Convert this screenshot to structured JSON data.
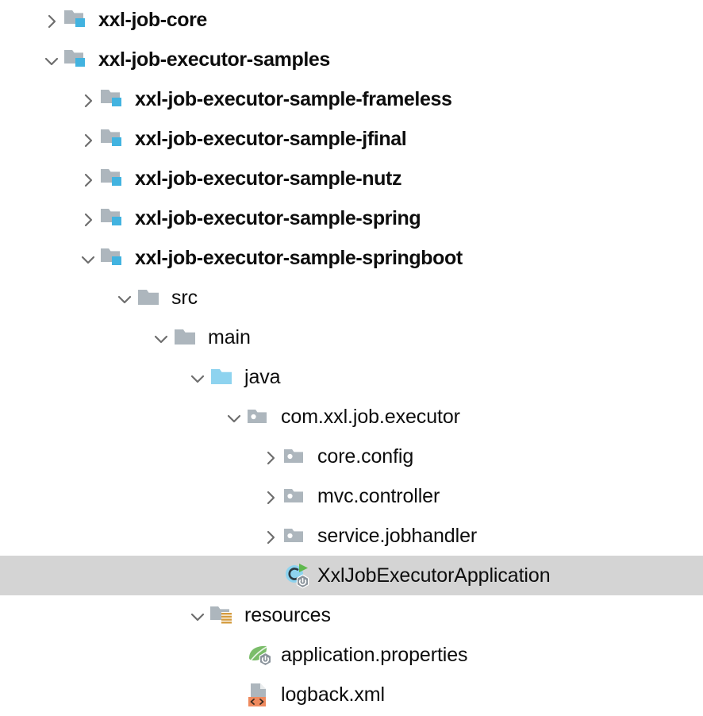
{
  "panel": {
    "name": "project-tree",
    "selection_color": "#d4d4d4",
    "background": "#ffffff",
    "text_color": "#0d0d0d"
  },
  "colors": {
    "folder_gray": "#adb6bd",
    "folder_gray_dark": "#9aa4ac",
    "module_badge_blue": "#42b3e0",
    "sources_root_blue": "#8ed3ef",
    "resources_orange": "#d49b3d",
    "xml_badge_orange": "#ef8a5e",
    "spring_green": "#7bbd6a",
    "run_green": "#5fb84e",
    "class_circle_blue": "#8ed3ef",
    "chevron_gray": "#6e6e6e",
    "badge_hex_gray": "#8b949c"
  },
  "rows": [
    {
      "label": "xxl-job-core",
      "depth": 0,
      "twisty": "collapsed",
      "icon": "module-folder-icon",
      "bold": true,
      "selected": false
    },
    {
      "label": "xxl-job-executor-samples",
      "depth": 0,
      "twisty": "expanded",
      "icon": "module-folder-icon",
      "bold": true,
      "selected": false
    },
    {
      "label": "xxl-job-executor-sample-frameless",
      "depth": 1,
      "twisty": "collapsed",
      "icon": "module-folder-icon",
      "bold": true,
      "selected": false
    },
    {
      "label": "xxl-job-executor-sample-jfinal",
      "depth": 1,
      "twisty": "collapsed",
      "icon": "module-folder-icon",
      "bold": true,
      "selected": false
    },
    {
      "label": "xxl-job-executor-sample-nutz",
      "depth": 1,
      "twisty": "collapsed",
      "icon": "module-folder-icon",
      "bold": true,
      "selected": false
    },
    {
      "label": "xxl-job-executor-sample-spring",
      "depth": 1,
      "twisty": "collapsed",
      "icon": "module-folder-icon",
      "bold": true,
      "selected": false
    },
    {
      "label": "xxl-job-executor-sample-springboot",
      "depth": 1,
      "twisty": "expanded",
      "icon": "module-folder-icon",
      "bold": true,
      "selected": false
    },
    {
      "label": "src",
      "depth": 2,
      "twisty": "expanded",
      "icon": "folder-icon",
      "bold": false,
      "selected": false
    },
    {
      "label": "main",
      "depth": 3,
      "twisty": "expanded",
      "icon": "folder-icon",
      "bold": false,
      "selected": false
    },
    {
      "label": "java",
      "depth": 4,
      "twisty": "expanded",
      "icon": "sources-root-folder-icon",
      "bold": false,
      "selected": false
    },
    {
      "label": "com.xxl.job.executor",
      "depth": 5,
      "twisty": "expanded",
      "icon": "package-folder-icon",
      "bold": false,
      "selected": false
    },
    {
      "label": "core.config",
      "depth": 6,
      "twisty": "collapsed",
      "icon": "package-folder-icon",
      "bold": false,
      "selected": false
    },
    {
      "label": "mvc.controller",
      "depth": 6,
      "twisty": "collapsed",
      "icon": "package-folder-icon",
      "bold": false,
      "selected": false
    },
    {
      "label": "service.jobhandler",
      "depth": 6,
      "twisty": "collapsed",
      "icon": "package-folder-icon",
      "bold": false,
      "selected": false
    },
    {
      "label": "XxlJobExecutorApplication",
      "depth": 6,
      "twisty": "none",
      "icon": "spring-boot-class-icon",
      "bold": false,
      "selected": true
    },
    {
      "label": "resources",
      "depth": 4,
      "twisty": "expanded",
      "icon": "resources-root-folder-icon",
      "bold": false,
      "selected": false
    },
    {
      "label": "application.properties",
      "depth": 5,
      "twisty": "none",
      "icon": "spring-properties-icon",
      "bold": false,
      "selected": false
    },
    {
      "label": "logback.xml",
      "depth": 5,
      "twisty": "none",
      "icon": "xml-file-icon",
      "bold": false,
      "selected": false
    }
  ]
}
